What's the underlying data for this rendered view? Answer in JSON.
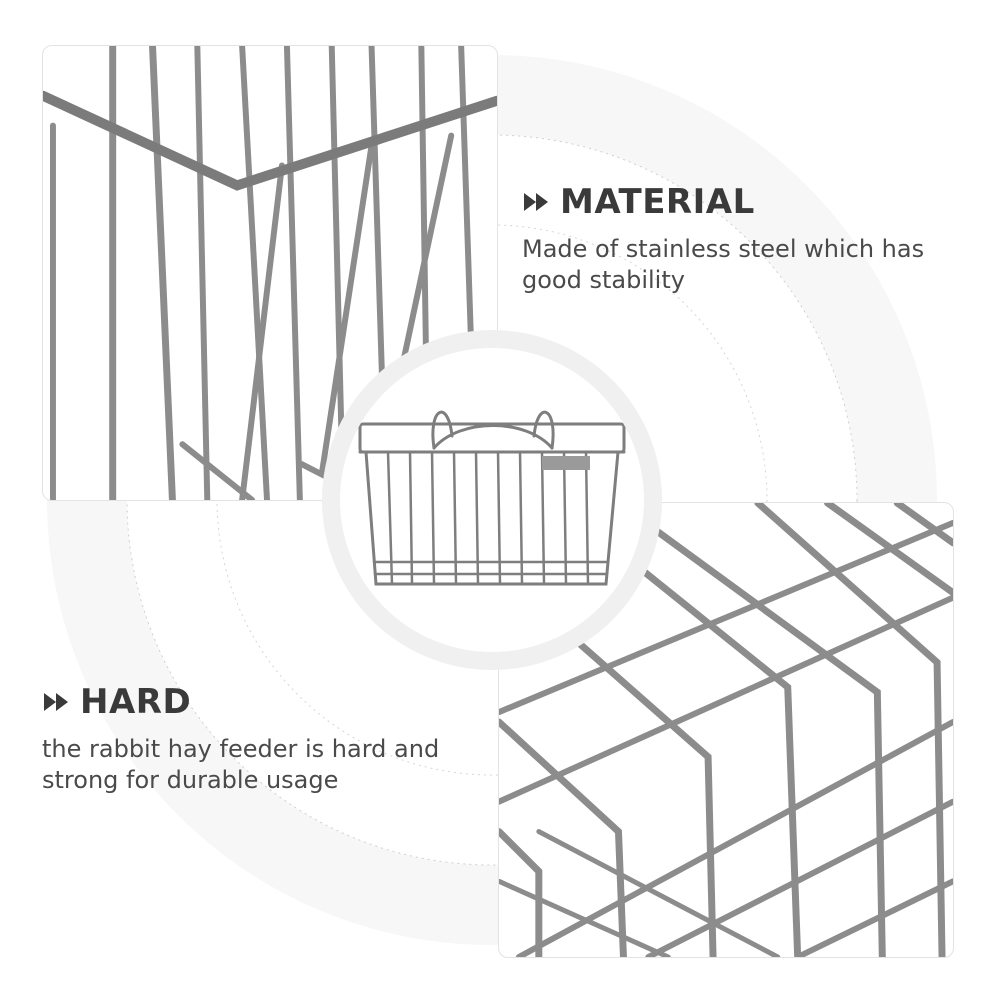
{
  "features": [
    {
      "title": "MATERIAL",
      "description": "Made of stainless steel which has good stability",
      "icon": "double-arrow-right-icon"
    },
    {
      "title": "HARD",
      "description": "the rabbit hay feeder is hard and strong for durable usage",
      "icon": "double-arrow-right-icon"
    }
  ],
  "colors": {
    "text_heading": "#3a3a3a",
    "text_body": "#4a4a4a",
    "wire": "#8a8a8a",
    "ring": "#f3f3f3"
  }
}
